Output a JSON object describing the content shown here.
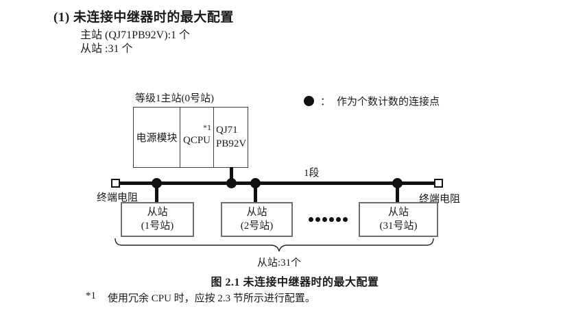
{
  "colors": {
    "ink": "#1a1a1a",
    "line": "#111111",
    "master_border": "#3c3c3c",
    "slave_border": "#6e6e6e"
  },
  "header": {
    "title": "(1) 未连接中继器时的最大配置",
    "master_line": "主站 (QJ71PB92V):1 个",
    "slave_line": "从站 :31 个"
  },
  "diagram": {
    "master_label": "等级1主站(0号站)",
    "modules": {
      "power": "电源模块",
      "cpu": "QCPU",
      "cpu_note": "*1",
      "network_line1": "QJ71",
      "network_line2": "PB92V"
    },
    "legend": {
      "symbol": "connection-point-dot",
      "separator": "：",
      "text": "作为个数计数的连接点"
    },
    "segment_label": "1段",
    "left_terminator": "终端电阻",
    "right_terminator": "终端电阻",
    "slaves": [
      {
        "name": "从站",
        "station": "(1号站)"
      },
      {
        "name": "从站",
        "station": "(2号站)"
      },
      {
        "name": "从站",
        "station": "(31号站)"
      }
    ],
    "ellipsis_count": 6,
    "brace_label": "从站:31个"
  },
  "caption": "图 2.1 未连接中继器时的最大配置",
  "footnote": {
    "marker": "*1",
    "text": "使用冗余 CPU 时，应按 2.3 节所示进行配置。"
  }
}
